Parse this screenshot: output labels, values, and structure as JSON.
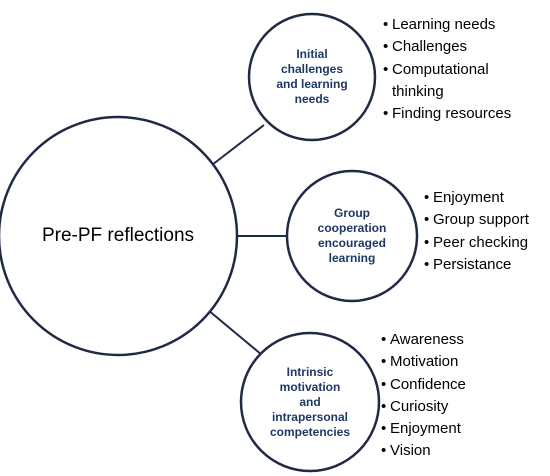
{
  "center": {
    "label": "Pre-PF reflections"
  },
  "nodes": [
    {
      "id": "initial",
      "label_lines": [
        "Initial",
        "challenges",
        "and learning",
        "needs"
      ],
      "items": [
        [
          "Learning needs"
        ],
        [
          "Challenges"
        ],
        [
          "Computational",
          "thinking"
        ],
        [
          "Finding resources"
        ]
      ]
    },
    {
      "id": "group",
      "label_lines": [
        "Group",
        "cooperation",
        "encouraged",
        "learning"
      ],
      "items": [
        [
          "Enjoyment"
        ],
        [
          "Group support"
        ],
        [
          "Peer checking"
        ],
        [
          "Persistance"
        ]
      ]
    },
    {
      "id": "intrinsic",
      "label_lines": [
        "Intrinsic",
        "motivation",
        "and",
        "intrapersonal",
        "competencies"
      ],
      "items": [
        [
          "Awareness"
        ],
        [
          "Motivation"
        ],
        [
          "Confidence"
        ],
        [
          "Curiosity"
        ],
        [
          "Enjoyment"
        ],
        [
          "Vision"
        ]
      ]
    }
  ],
  "colors": {
    "circle_stroke": "#1f2a44",
    "node_text": "#1f3864",
    "connector": "#1f2a44"
  }
}
